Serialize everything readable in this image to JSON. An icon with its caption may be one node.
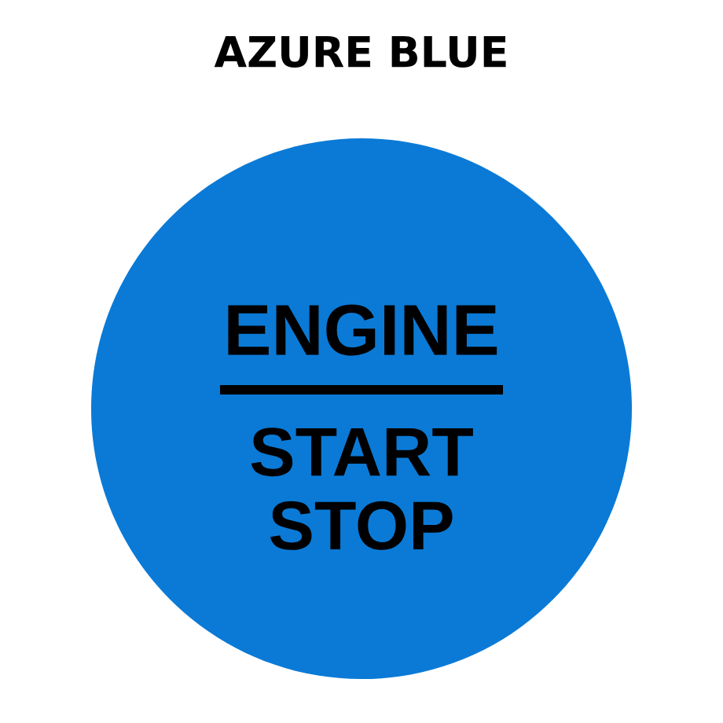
{
  "diagram": {
    "title": "AZURE BLUE",
    "nodes": [
      {
        "text": [
          "ENGINE",
          "START STOP"
        ]
      }
    ]
  }
}
